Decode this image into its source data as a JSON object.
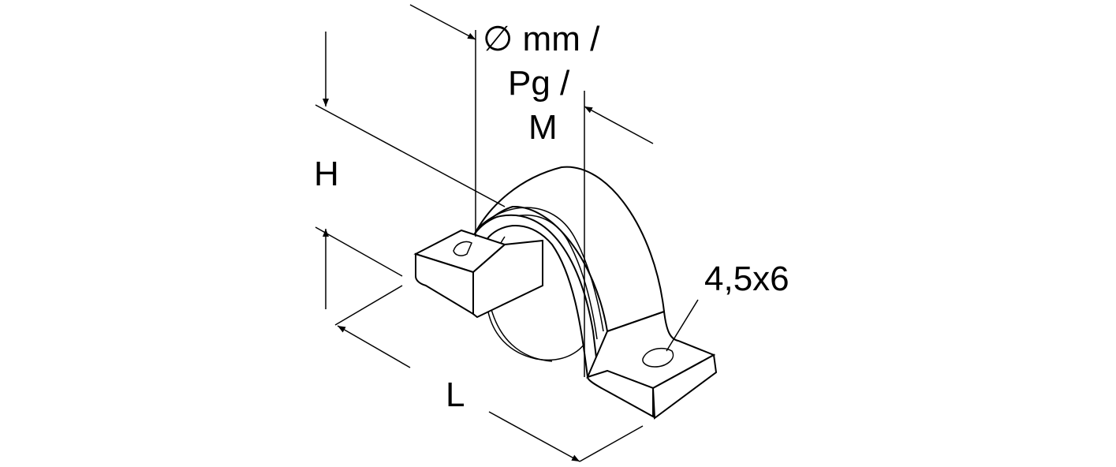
{
  "labels": {
    "diameter": "∅ mm /",
    "pg": "Pg /",
    "metric": "M",
    "height": "H",
    "length": "L",
    "hole_size": "4,5x6"
  },
  "colors": {
    "line": "#000000",
    "background": "#ffffff"
  }
}
